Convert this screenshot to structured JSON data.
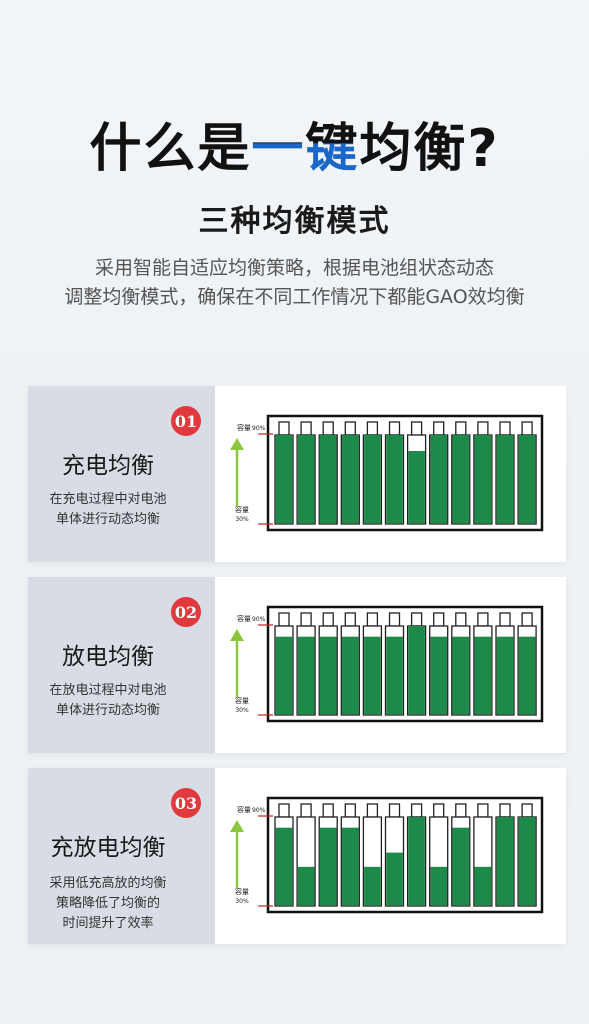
{
  "header": {
    "title_prefix": "什么是",
    "title_highlight": "一键",
    "title_suffix": "均衡?",
    "subtitle": "三种均衡模式",
    "description_line1": "采用智能自适应均衡策略，根据电池组状态动态",
    "description_line2": "调整均衡模式，确保在不同工作情况下都能GAO效均衡"
  },
  "colors": {
    "battery_fill": "#1e8a4a",
    "badge": "#e0393e",
    "arrow": "#8cc63e",
    "marker": "#c0201e"
  },
  "icons": {
    "arrow": "up-arrow-icon"
  },
  "axis_labels": {
    "top_label": "容量",
    "top_value": "90%",
    "bottom_label": "容量",
    "bottom_value": "30%"
  },
  "modes": [
    {
      "number": "01",
      "title": "充电均衡",
      "description": [
        "在充电过程中对电池",
        "单体进行动态均衡"
      ],
      "cell_levels": [
        1,
        1,
        1,
        1,
        1,
        1,
        0.82,
        1,
        1,
        1,
        1,
        1
      ]
    },
    {
      "number": "02",
      "title": "放电均衡",
      "description": [
        "在放电过程中对电池",
        "单体进行动态均衡"
      ],
      "cell_levels": [
        0.88,
        0.88,
        0.88,
        0.88,
        0.88,
        0.88,
        1,
        0.88,
        0.88,
        0.88,
        0.88,
        0.88
      ]
    },
    {
      "number": "03",
      "title": "充放电均衡",
      "description": [
        "采用低充高放的均衡",
        "策略降低了均衡的",
        "时间提升了效率"
      ],
      "cell_levels": [
        0.88,
        0.44,
        0.88,
        0.88,
        0.44,
        0.6,
        1,
        0.44,
        0.88,
        0.44,
        1,
        1
      ]
    }
  ]
}
